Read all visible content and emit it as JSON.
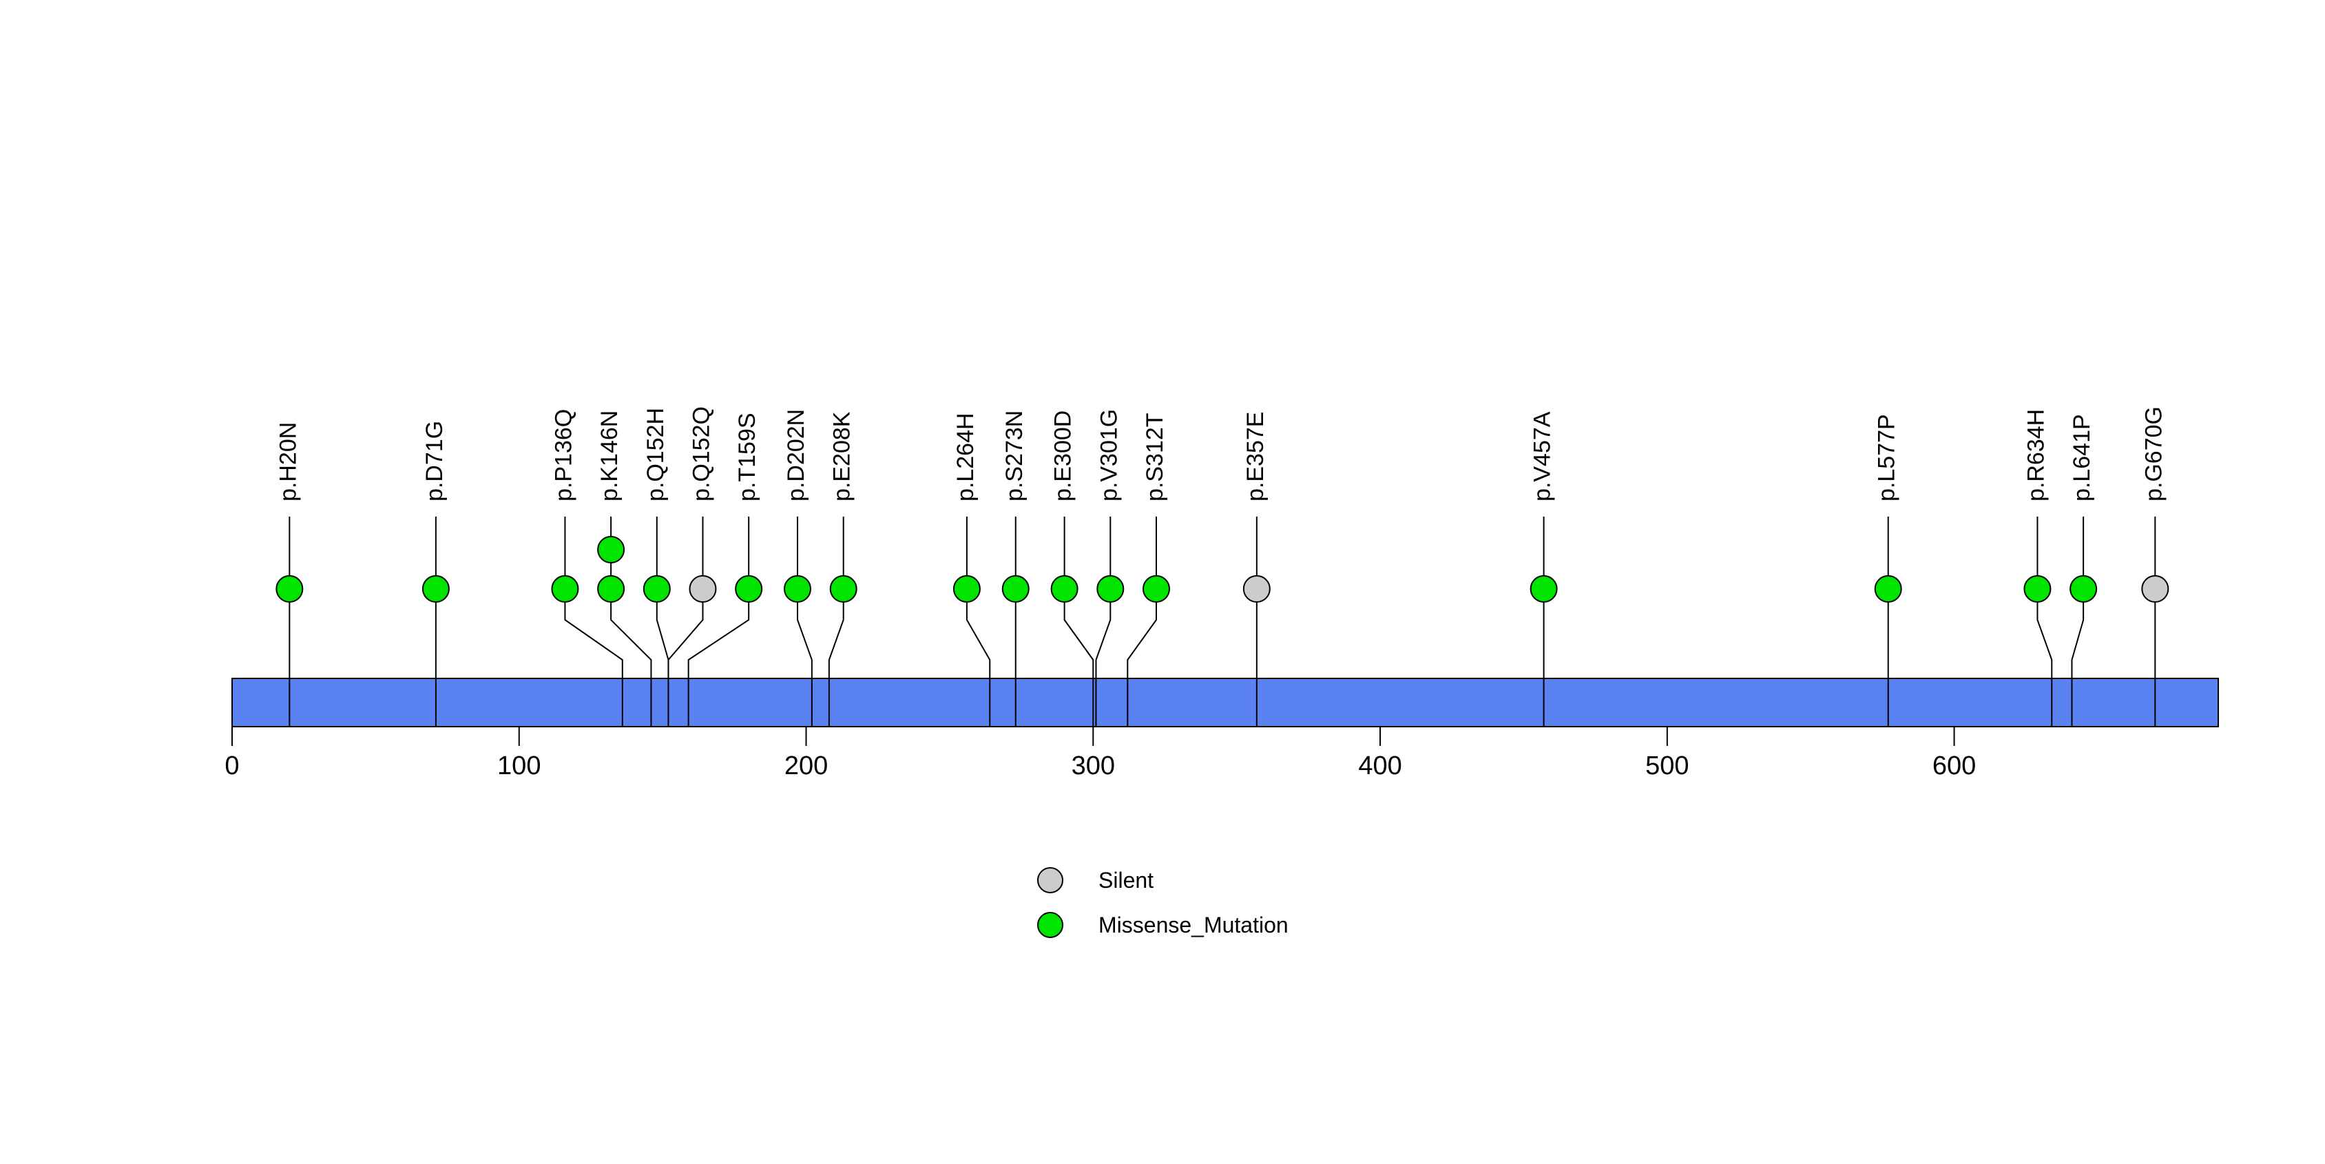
{
  "figure": {
    "background": "#FFFFFF"
  },
  "legend": {
    "items": [
      {
        "label": "Silent",
        "color": "#CCCCCC"
      },
      {
        "label": "Missense_Mutation",
        "color": "#00E400"
      }
    ]
  },
  "chart_data": {
    "type": "lollipop",
    "title": "",
    "xlabel": "",
    "ylabel": "",
    "xlim": [
      0,
      692
    ],
    "axis_ticks": [
      0,
      100,
      200,
      300,
      400,
      500,
      600
    ],
    "grid": false,
    "legend_position": "bottom-center",
    "backbone_color": "#5A82F0",
    "classes": {
      "Missense_Mutation": "#00E400",
      "Silent": "#CCCCCC"
    },
    "mutations": [
      {
        "label": "p.H20N",
        "pos": 20,
        "display_pos": 20,
        "count": 1,
        "class": "Missense_Mutation"
      },
      {
        "label": "p.D71G",
        "pos": 71,
        "display_pos": 71,
        "count": 1,
        "class": "Missense_Mutation"
      },
      {
        "label": "p.P136Q",
        "pos": 136,
        "display_pos": 116,
        "count": 1,
        "class": "Missense_Mutation"
      },
      {
        "label": "p.K146N",
        "pos": 146,
        "display_pos": 132,
        "count": 2,
        "class": "Missense_Mutation"
      },
      {
        "label": "p.Q152H",
        "pos": 152,
        "display_pos": 148,
        "count": 1,
        "class": "Missense_Mutation"
      },
      {
        "label": "p.Q152Q",
        "pos": 152,
        "display_pos": 164,
        "count": 1,
        "class": "Silent"
      },
      {
        "label": "p.T159S",
        "pos": 159,
        "display_pos": 180,
        "count": 1,
        "class": "Missense_Mutation"
      },
      {
        "label": "p.D202N",
        "pos": 202,
        "display_pos": 197,
        "count": 1,
        "class": "Missense_Mutation"
      },
      {
        "label": "p.E208K",
        "pos": 208,
        "display_pos": 213,
        "count": 1,
        "class": "Missense_Mutation"
      },
      {
        "label": "p.L264H",
        "pos": 264,
        "display_pos": 256,
        "count": 1,
        "class": "Missense_Mutation"
      },
      {
        "label": "p.S273N",
        "pos": 273,
        "display_pos": 273,
        "count": 1,
        "class": "Missense_Mutation"
      },
      {
        "label": "p.E300D",
        "pos": 300,
        "display_pos": 290,
        "count": 1,
        "class": "Missense_Mutation"
      },
      {
        "label": "p.V301G",
        "pos": 301,
        "display_pos": 306,
        "count": 1,
        "class": "Missense_Mutation"
      },
      {
        "label": "p.S312T",
        "pos": 312,
        "display_pos": 322,
        "count": 1,
        "class": "Missense_Mutation"
      },
      {
        "label": "p.E357E",
        "pos": 357,
        "display_pos": 357,
        "count": 1,
        "class": "Silent"
      },
      {
        "label": "p.V457A",
        "pos": 457,
        "display_pos": 457,
        "count": 1,
        "class": "Missense_Mutation"
      },
      {
        "label": "p.L577P",
        "pos": 577,
        "display_pos": 577,
        "count": 1,
        "class": "Missense_Mutation"
      },
      {
        "label": "p.R634H",
        "pos": 634,
        "display_pos": 629,
        "count": 1,
        "class": "Missense_Mutation"
      },
      {
        "label": "p.L641P",
        "pos": 641,
        "display_pos": 645,
        "count": 1,
        "class": "Missense_Mutation"
      },
      {
        "label": "p.G670G",
        "pos": 670,
        "display_pos": 670,
        "count": 1,
        "class": "Silent"
      }
    ]
  }
}
